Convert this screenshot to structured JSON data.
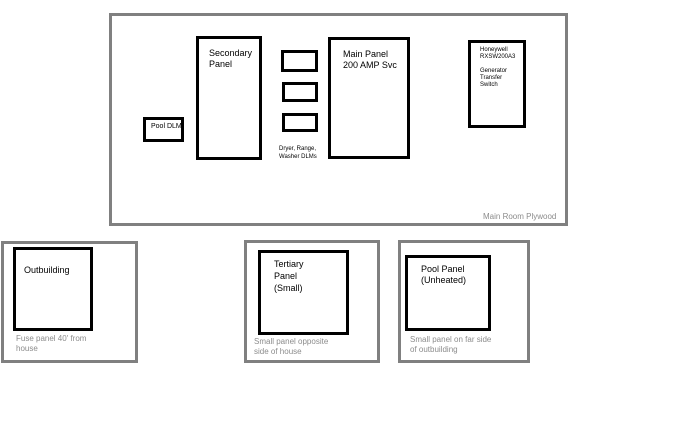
{
  "main_room": {
    "caption": "Main Room Plywood",
    "pool_dlm": "Pool DLM",
    "secondary_panel": "Secondary\nPanel",
    "dlm_caption": "Dryer, Range,\nWasher DLMs",
    "main_panel": "Main Panel\n  200 AMP Svc",
    "transfer_switch": "Honeywell\nRXSW200A3\n\nGenerator\nTransfer\nSwitch"
  },
  "outbuilding": {
    "label": "Outbuilding",
    "caption": "Fuse panel 40' from\nhouse"
  },
  "tertiary": {
    "label": "Tertiary\nPanel\n(Small)",
    "caption": "Small panel opposite\nside of house"
  },
  "pool": {
    "label": "Pool Panel\n(Unheated)",
    "caption": "Small panel on far side\nof outbuilding"
  }
}
